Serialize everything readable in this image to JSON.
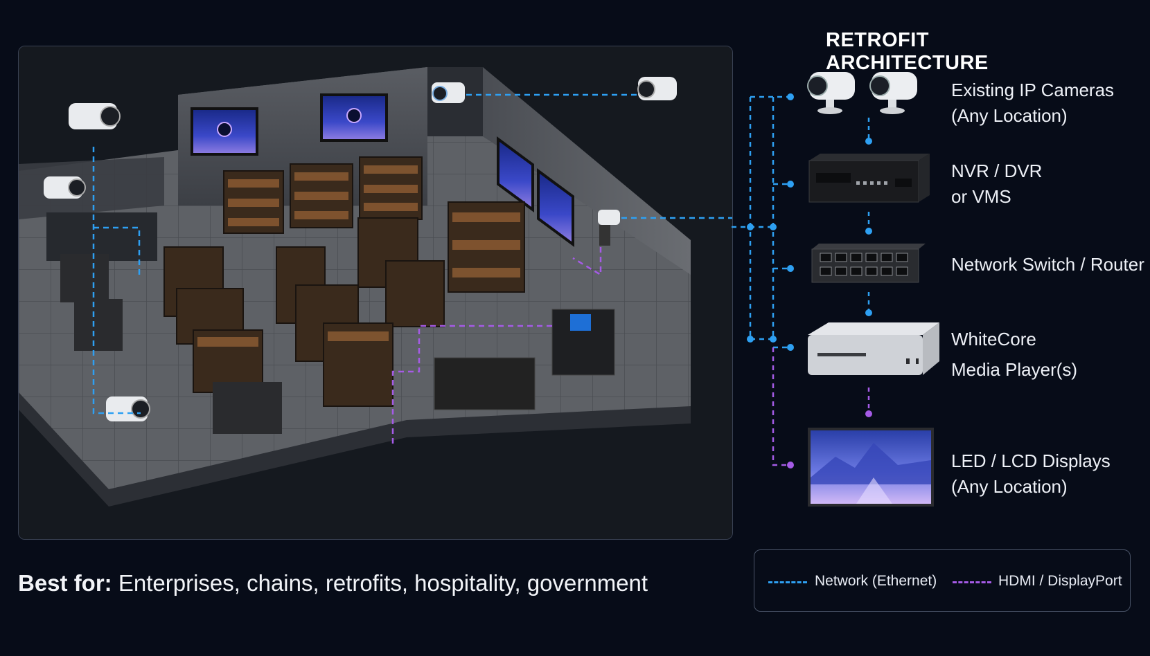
{
  "architecture": {
    "title": "RETROFIT ARCHITECTURE",
    "nodes": [
      {
        "id": "cameras",
        "line1": "Existing IP Cameras",
        "line2": "(Any Location)",
        "icon": "ip-camera-icon"
      },
      {
        "id": "nvr",
        "line1": "NVR / DVR",
        "line2": "or VMS",
        "icon": "nvr-recorder-icon"
      },
      {
        "id": "switch",
        "line1": "Network Switch / Router",
        "line2": "",
        "icon": "network-switch-icon"
      },
      {
        "id": "player",
        "line1": "WhiteCore",
        "line2": "Media Player(s)",
        "icon": "media-player-icon"
      },
      {
        "id": "displays",
        "line1": "LED / LCD Displays",
        "line2": "(Any Location)",
        "icon": "display-screen-icon"
      }
    ]
  },
  "best_for": {
    "label": "Best for:",
    "text": "Enterprises, chains, retrofits, hospitality, government"
  },
  "legend": {
    "network": {
      "label": "Network (Ethernet)",
      "color": "#2ea0f2"
    },
    "hdmi": {
      "label": "HDMI / DisplayPort",
      "color": "#a55be6"
    }
  },
  "colors": {
    "background": "#070c18",
    "network_line": "#2ea0f2",
    "hdmi_line": "#a55be6"
  }
}
